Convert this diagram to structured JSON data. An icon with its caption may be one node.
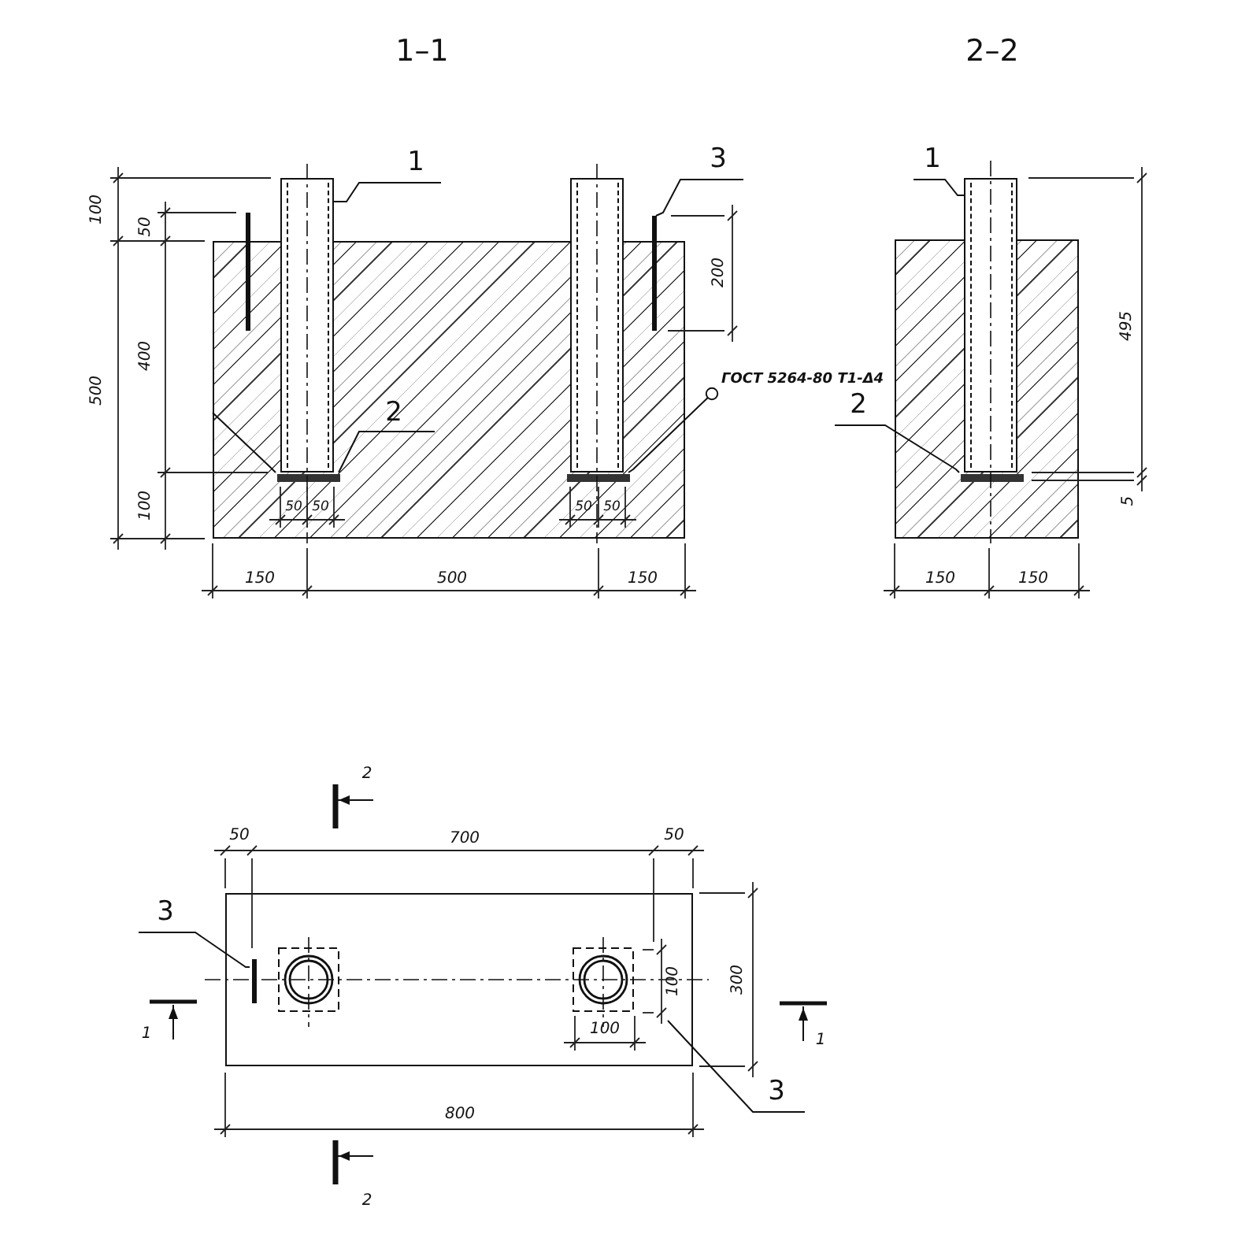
{
  "diagram": {
    "nodes": [
      {
        "text": [],
        "shape": "block"
      },
      {
        "text": [
          "1"
        ]
      },
      {
        "text": [
          "3"
        ]
      },
      {
        "text": [
          "2"
        ],
        "in": 0
      },
      {
        "text": [
          "ГОСТ 5264-80 Т1-Δ4"
        ]
      },
      {
        "text": [],
        "shape": "pipe"
      },
      {
        "text": [],
        "shape": "pipe"
      },
      {
        "text": [],
        "shape": "plate",
        "in": 0
      },
      {
        "text": [],
        "shape": "plate",
        "in": 0
      },
      {
        "text": [],
        "shape": "bar"
      },
      {
        "text": [],
        "shape": "bar"
      },
      {
        "text": [],
        "shape": "block"
      },
      {
        "text": [
          "1"
        ]
      },
      {
        "text": [
          "2"
        ]
      },
      {
        "text": [],
        "shape": "pipe"
      },
      {
        "text": [],
        "shape": "plate",
        "in": 11
      },
      {
        "text": [],
        "shape": "block"
      },
      {
        "text": [
          "3"
        ]
      },
      {
        "text": [
          "3"
        ]
      },
      {
        "text": [],
        "shape": "bar",
        "in": 16
      }
    ],
    "edges": [
      {
        "from": 1,
        "to": 5,
        "arrow": "none"
      },
      {
        "from": 2,
        "to": 10,
        "arrow": "none"
      },
      {
        "from": 3,
        "to": 7,
        "arrow": "none"
      },
      {
        "from": 4,
        "to": 8,
        "arrow": "other"
      },
      {
        "from": 12,
        "to": 14,
        "arrow": "none"
      },
      {
        "from": 13,
        "to": 15,
        "arrow": "none"
      },
      {
        "from": 17,
        "to": 19,
        "arrow": "none"
      },
      {
        "from": 18,
        "to": 16,
        "arrow": "none"
      },
      {
        "from": 0,
        "to": 7,
        "arrow": "none"
      }
    ],
    "labels": [
      "1–1",
      "2–2",
      "100",
      "50",
      "200",
      "500",
      "400",
      "100",
      "50",
      "50",
      "50",
      "50",
      "150",
      "500",
      "150",
      "495",
      "5",
      "150",
      "150",
      "2",
      "50",
      "700",
      "50",
      "100",
      "300",
      "1",
      "100",
      "1",
      "800",
      "2"
    ]
  }
}
